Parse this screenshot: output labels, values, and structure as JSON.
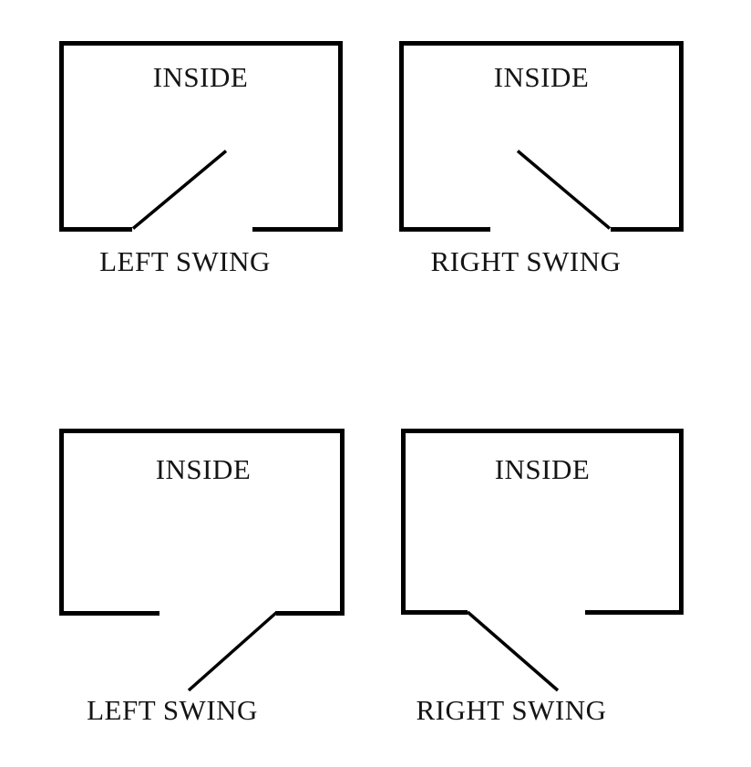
{
  "colors": {
    "background": "#ffffff",
    "line": "#000000",
    "text": "#141414"
  },
  "diagrams": [
    {
      "position": "top-left",
      "room_label": "INSIDE",
      "swing_label": "LEFT SWING",
      "door_swing": "opens inward, hinge at left side of opening"
    },
    {
      "position": "top-right",
      "room_label": "INSIDE",
      "swing_label": "RIGHT SWING",
      "door_swing": "opens inward, hinge at right side of opening"
    },
    {
      "position": "bottom-left",
      "room_label": "INSIDE",
      "swing_label": "LEFT SWING",
      "door_swing": "opens outward, hinge at right side of opening"
    },
    {
      "position": "bottom-right",
      "room_label": "INSIDE",
      "swing_label": "RIGHT SWING",
      "door_swing": "opens outward, hinge at left side of opening"
    }
  ]
}
